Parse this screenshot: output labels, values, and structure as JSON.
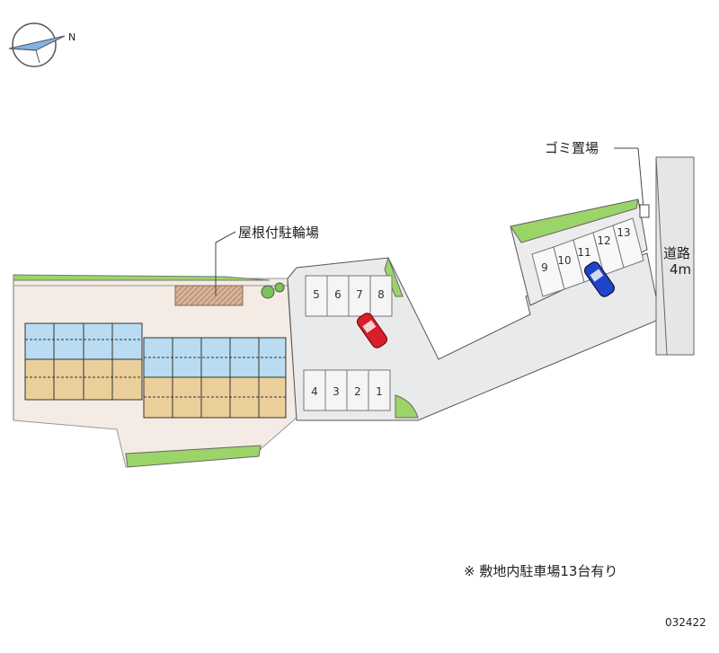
{
  "compass": {
    "north_label": "N",
    "icon": "compass-icon"
  },
  "labels": {
    "bike_shelter": "屋根付駐輪場",
    "garbage": "ゴミ置場",
    "road": "道路",
    "road_width": "4m",
    "note": "※ 敷地内駐車場13台有り",
    "code": "032422"
  },
  "parking": {
    "upper_row": [
      "5",
      "6",
      "7",
      "8"
    ],
    "lower_row": [
      "4",
      "3",
      "2",
      "1"
    ],
    "right_row": [
      "9",
      "10",
      "11",
      "12",
      "13"
    ]
  },
  "cars": [
    {
      "name": "red-car",
      "color": "#d81e2a"
    },
    {
      "name": "blue-car",
      "color": "#1f44c8"
    }
  ],
  "colors": {
    "site_pink": "#f3ebe4",
    "pavement": "#e9eaeb",
    "green": "#9bd468",
    "blue_unit": "#b9dcf2",
    "tan_unit": "#ebcf9b"
  }
}
